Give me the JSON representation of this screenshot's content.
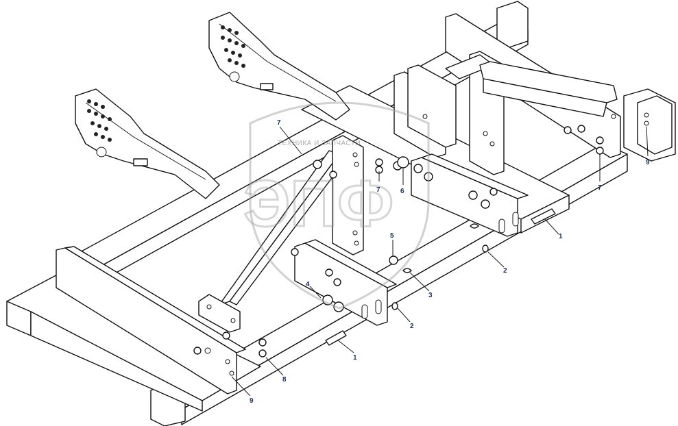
{
  "watermark": {
    "caption": "ТЕХНИКА И ЗАПЧАСТИ",
    "letters": "ЭПФ"
  },
  "labels": [
    {
      "id": "1a",
      "text": "1"
    },
    {
      "id": "1b",
      "text": "1"
    },
    {
      "id": "2a",
      "text": "2"
    },
    {
      "id": "2b",
      "text": "2"
    },
    {
      "id": "3",
      "text": "3"
    },
    {
      "id": "4",
      "text": "4"
    },
    {
      "id": "5",
      "text": "5"
    },
    {
      "id": "6",
      "text": "6"
    },
    {
      "id": "7a",
      "text": "7"
    },
    {
      "id": "7b",
      "text": "7"
    },
    {
      "id": "7c",
      "text": "7"
    },
    {
      "id": "8",
      "text": "8"
    },
    {
      "id": "9a",
      "text": "9"
    },
    {
      "id": "9b",
      "text": "9"
    }
  ]
}
